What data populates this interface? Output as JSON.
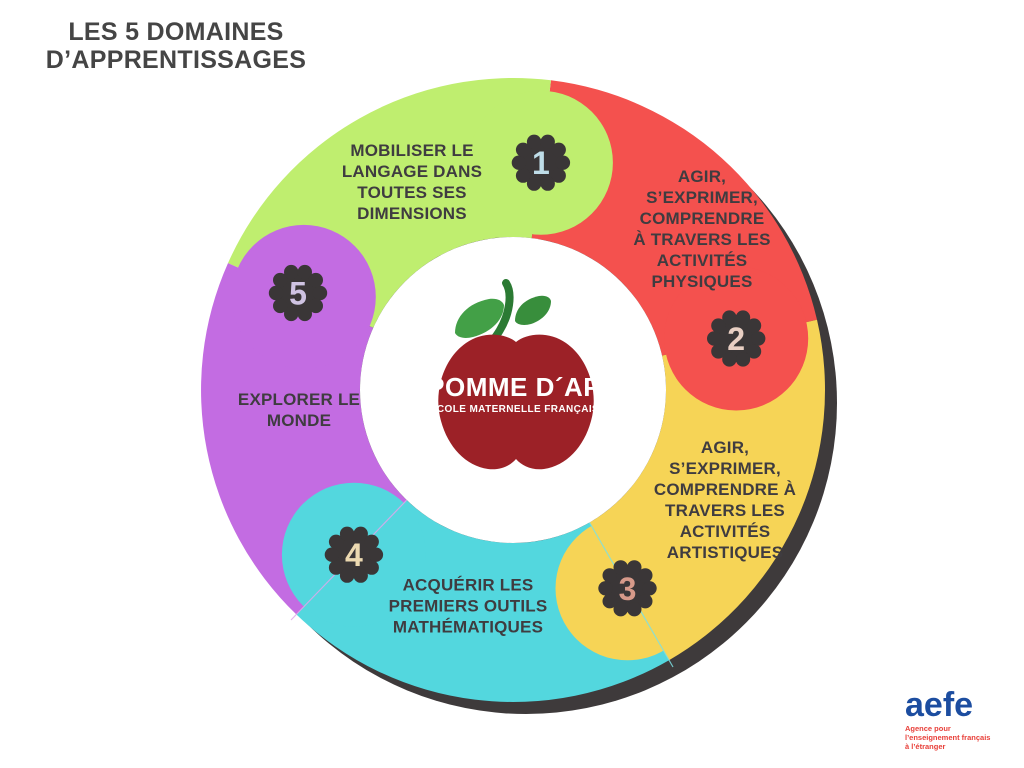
{
  "title": "LES 5 DOMAINES\nD’APPRENTISSAGES",
  "center": {
    "brand": "POMME D´API",
    "subtitle": "ECOLE MATERNELLE FRANÇAISE",
    "apple_color": "#9c2127",
    "stem_color": "#2b7a33",
    "leaf_left_color": "#43a047",
    "leaf_right_color": "#388e3c"
  },
  "wheel": {
    "ring_shadow_color": "#3e3a3b",
    "badge_color": "#3a3637",
    "label_color": "#3f3c40",
    "center_circle_color": "#ffffff"
  },
  "segments": [
    {
      "number": "1",
      "label": "MOBILISER LE\nLANGAGE DANS\nTOUTES SES\nDIMENSIONS",
      "color": "#bfee6f",
      "number_color": "#bfdde8"
    },
    {
      "number": "2",
      "label": "AGIR,\nS’EXPRIMER,\nCOMPRENDRE\nÀ TRAVERS LES\nACTIVITÉS\nPHYSIQUES",
      "color": "#f4514e",
      "number_color": "#e9cfc3"
    },
    {
      "number": "3",
      "label": "AGIR,\nS’EXPRIMER,\nCOMPRENDRE À\nTRAVERS LES\nACTIVITÉS\nARTISTIQUES",
      "color": "#f6d456",
      "number_color": "#d79a8a"
    },
    {
      "number": "4",
      "label": "ACQUÉRIR LES\nPREMIERS OUTILS\nMATHÉMATIQUES",
      "color": "#53d7de",
      "number_color": "#ecd9b1"
    },
    {
      "number": "5",
      "label": "EXPLORER LE\nMONDE",
      "color": "#c36ce2",
      "number_color": "#cfc3e2"
    }
  ],
  "footer_logo": {
    "name": "aefe",
    "color": "#1c4da0",
    "tagline_color": "#e8403a",
    "tagline_lines": [
      "Agence pour",
      "l’enseignement français",
      "à l’étranger"
    ]
  }
}
